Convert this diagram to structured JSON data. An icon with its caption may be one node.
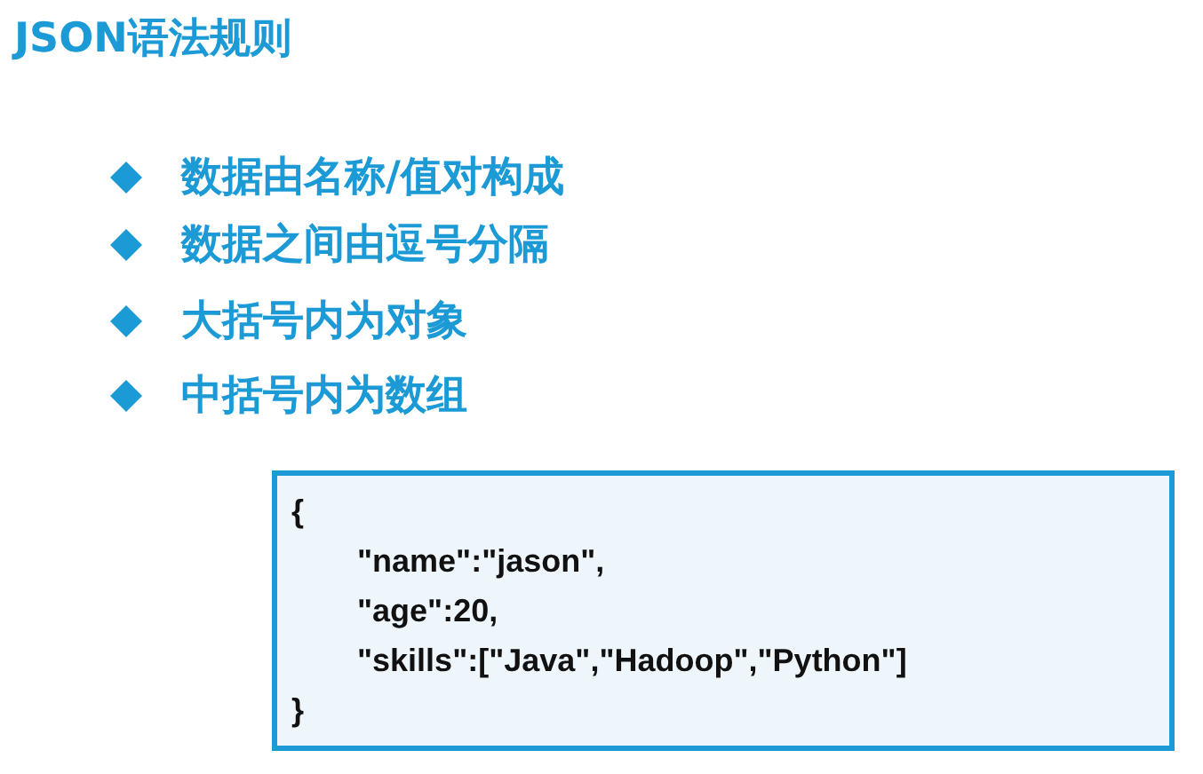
{
  "diagram": {
    "title": "JSON语法规则",
    "nodes": [
      {
        "text": [
          "{",
          "\"name\":\"jason\",",
          "\"age\":20,",
          "\"skills\":[\"Java\",\"Hadoop\",\"Python\"]",
          "}"
        ]
      }
    ],
    "labels": [
      "数据由名称/值对构成",
      "数据之间由逗号分隔",
      "大括号内为对象",
      "中括号内为数组"
    ]
  }
}
